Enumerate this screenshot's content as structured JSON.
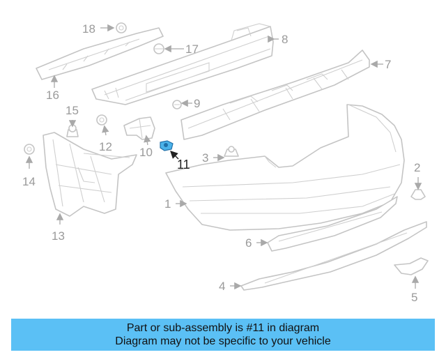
{
  "diagram": {
    "callouts": [
      "1",
      "2",
      "3",
      "4",
      "5",
      "6",
      "7",
      "8",
      "9",
      "10",
      "11",
      "12",
      "13",
      "14",
      "15",
      "16",
      "17",
      "18"
    ],
    "highlighted_part": "11",
    "colors": {
      "part_outline": "#c4c4c4",
      "label": "#9a9a9a",
      "highlight_part": "#4bb3ea",
      "highlight_label": "#222222",
      "banner_bg": "#5bc0f5"
    }
  },
  "banner": {
    "line1": "Part or sub-assembly is #11 in diagram",
    "line2": "Diagram may not be specific to your vehicle"
  }
}
